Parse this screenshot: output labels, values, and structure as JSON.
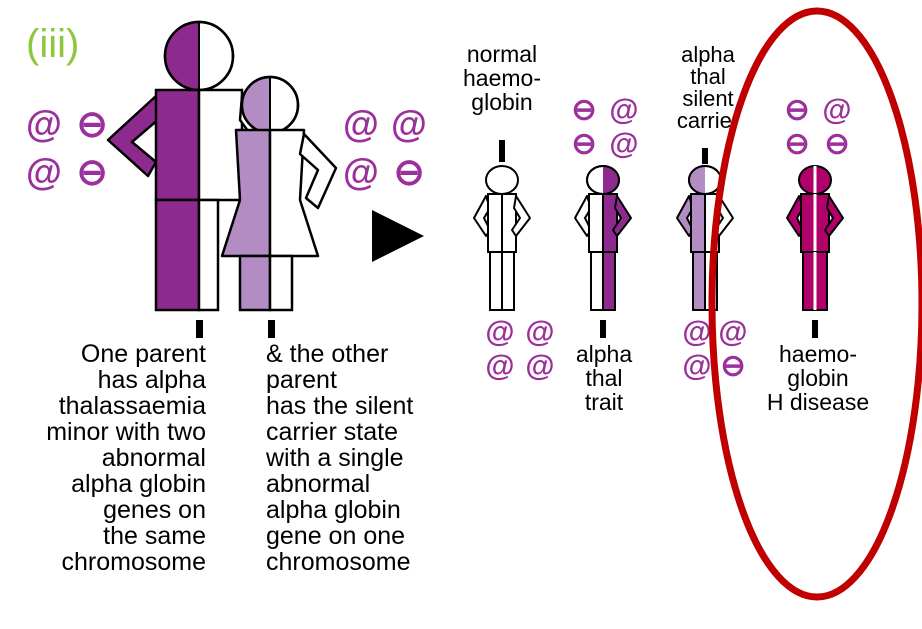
{
  "panel_label": "(iii)",
  "colors": {
    "label_green": "#8dc63f",
    "dark_purple": "#8e2a8e",
    "light_purple": "#b48cc4",
    "magenta": "#b0006a",
    "symbol_purple": "#9b2f9b",
    "highlight_red": "#c00000"
  },
  "parents": {
    "left": {
      "genes": [
        "@",
        "⊖",
        "@",
        "⊖"
      ],
      "caption": [
        "One parent",
        "has alpha",
        "thalassaemia",
        "minor with two",
        "abnormal",
        "alpha globin",
        "genes on",
        "the same",
        "chromosome"
      ]
    },
    "right": {
      "genes": [
        "@",
        "@",
        "@",
        "⊖"
      ],
      "caption": [
        "& the other",
        "parent",
        "has the silent",
        "carrier state",
        "with a single",
        "abnormal",
        "alpha globin",
        "gene on one",
        "chromosome"
      ]
    }
  },
  "children": [
    {
      "top_label": [
        "normal",
        "haemo-",
        "globin"
      ],
      "genes": [
        "@",
        "@",
        "@",
        "@"
      ],
      "bottom_label": []
    },
    {
      "top_label": [],
      "genes": [
        "⊖",
        "@",
        "⊖",
        "@"
      ],
      "bottom_label": [
        "alpha",
        "thal",
        "trait"
      ]
    },
    {
      "top_label": [
        "alpha",
        "thal",
        "silent",
        "carrier"
      ],
      "genes": [
        "@",
        "@",
        "@",
        "⊖"
      ],
      "bottom_label": []
    },
    {
      "top_label": [],
      "genes": [
        "⊖",
        "@",
        "⊖",
        "⊖"
      ],
      "bottom_label": [
        "haemo-",
        "globin",
        "H disease"
      ]
    }
  ]
}
